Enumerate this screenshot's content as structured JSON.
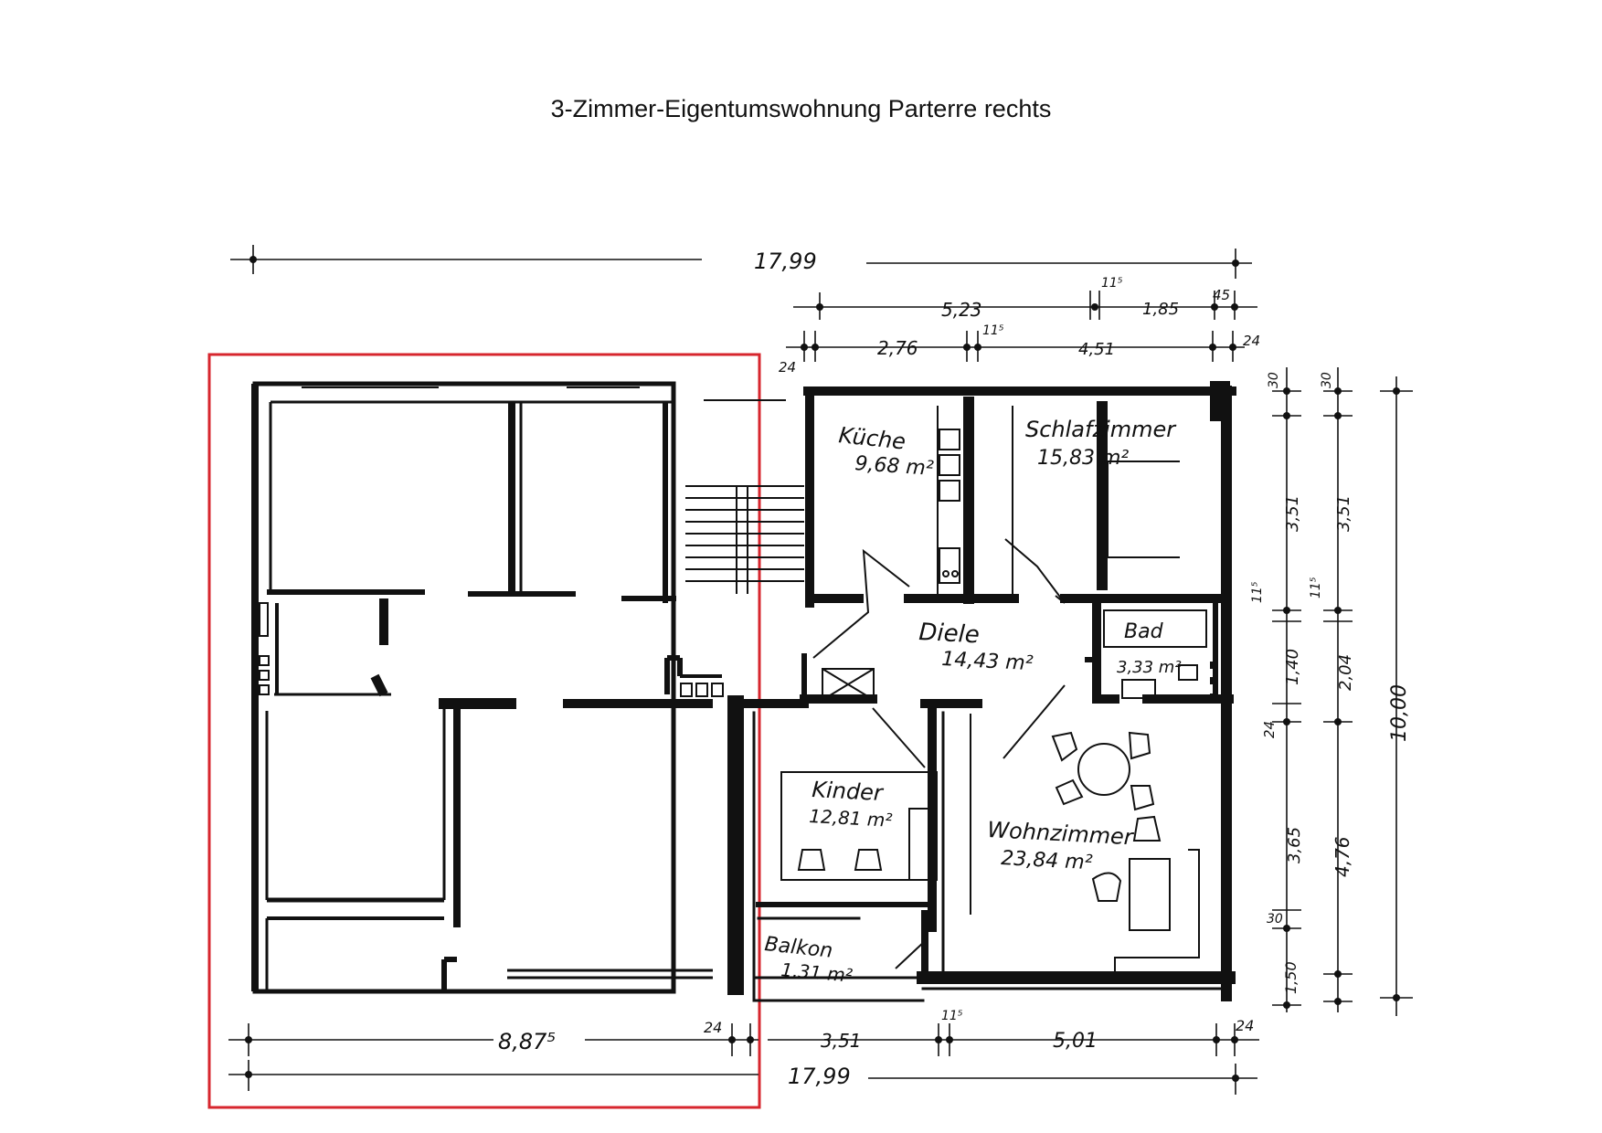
{
  "title": "3-Zimmer-Eigentumswohnung Parterre rechts",
  "highlight_color": "#d7262e",
  "line_color": "#111111",
  "rooms": [
    {
      "name": "Küche",
      "area": "9,68 m²"
    },
    {
      "name": "Schlafzimmer",
      "area": "15,83 m²"
    },
    {
      "name": "Diele",
      "area": "14,43 m²"
    },
    {
      "name": "Bad",
      "area": "3,33 m²"
    },
    {
      "name": "Kinder",
      "area": "12,81 m²"
    },
    {
      "name": "Wohnzimmer",
      "area": "23,84 m²"
    },
    {
      "name": "Balkon",
      "area": "1,31 m²"
    }
  ],
  "dimensions": {
    "top_total": "17,99",
    "top_row2": [
      "5,23",
      "1,85",
      "45"
    ],
    "top_row3": [
      "24",
      "2,76",
      "4,51",
      "24"
    ],
    "top_small": [
      "11⁵",
      "11⁵"
    ],
    "right_col1": [
      "30",
      "3,51",
      "11⁵",
      "1,40",
      "24",
      "3,65",
      "30",
      "1,50"
    ],
    "right_col2": [
      "30",
      "3,51",
      "11⁵",
      "2,04",
      "4,76"
    ],
    "right_total": "10,00",
    "bottom_row1": [
      "8,87⁵",
      "24",
      "3,51",
      "11⁵",
      "5,01",
      "24"
    ],
    "bottom_total": "17,99"
  }
}
